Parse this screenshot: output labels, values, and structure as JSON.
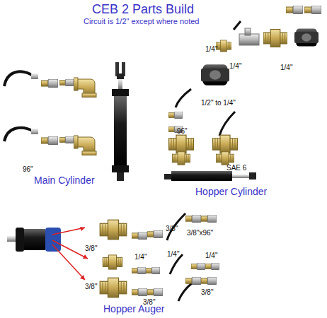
{
  "diagram": {
    "title": "CEB 2 Parts Build",
    "labels": [
      "Circuit is 1/2\" except where noted",
      "1/4\"",
      "1/4\"",
      "1/4\"",
      "1/2\" to 1/4\"",
      "96\"",
      "SAE 6",
      "96\"",
      "Main Cylinder",
      "Hopper Cylinder",
      "3/8\"",
      "3/8\"x96\"",
      "3/8\"",
      "1/4\"",
      "1/4\"",
      "1/4\"",
      "3/8\"",
      "3/8\"",
      "3/8\"",
      "Hopper Auger"
    ]
  }
}
